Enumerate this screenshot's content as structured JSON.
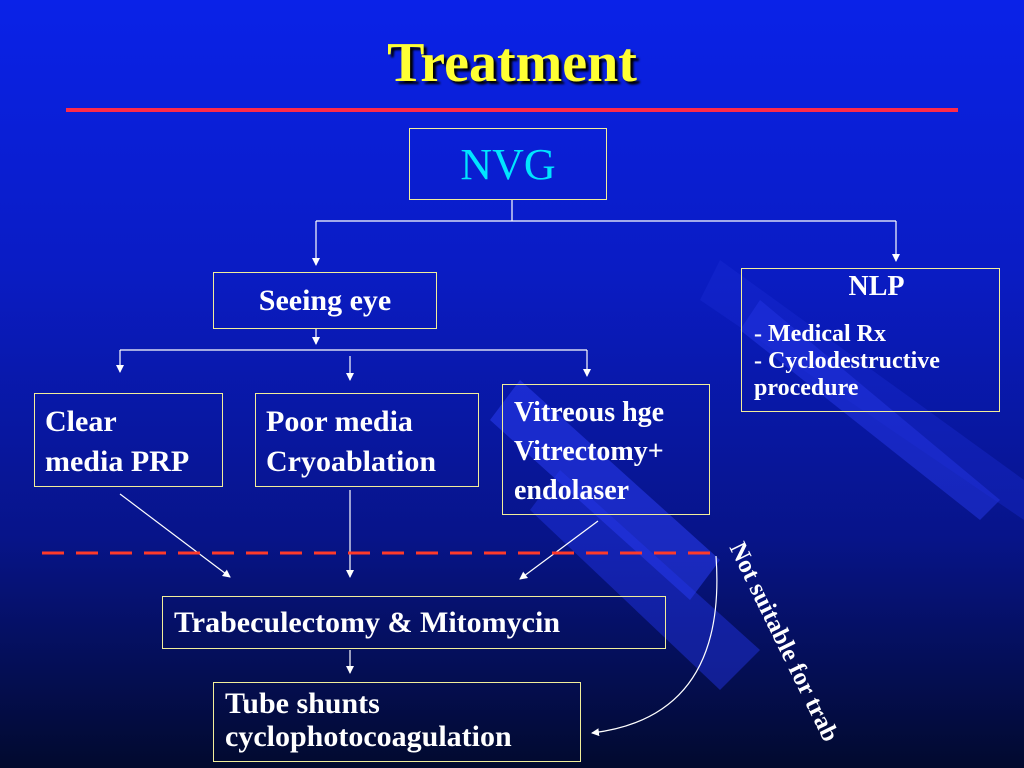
{
  "title": "Treatment",
  "nodes": {
    "root": "NVG",
    "seeing_eye": "Seeing eye",
    "nlp": {
      "heading": "NLP",
      "lines": [
        "- Medical Rx",
        "- Cyclodestructive",
        "procedure"
      ]
    },
    "clear_media": [
      "Clear",
      "media PRP"
    ],
    "poor_media": [
      "Poor media",
      "Cryoablation"
    ],
    "vitreous": [
      "Vitreous hge",
      "Vitrectomy+",
      "endolaser"
    ],
    "trabeculectomy": "Trabeculectomy & Mitomycin",
    "tube_shunts": [
      "Tube shunts",
      "cyclophotocoagulation"
    ]
  },
  "side_note": "Not suitable for trab",
  "colors": {
    "title": "#ffff33",
    "root_text": "#00e5ff",
    "box_border": "#f2ee9a",
    "divider_dashed": "#ff3a2a",
    "title_rule": "#ff2a4a"
  }
}
